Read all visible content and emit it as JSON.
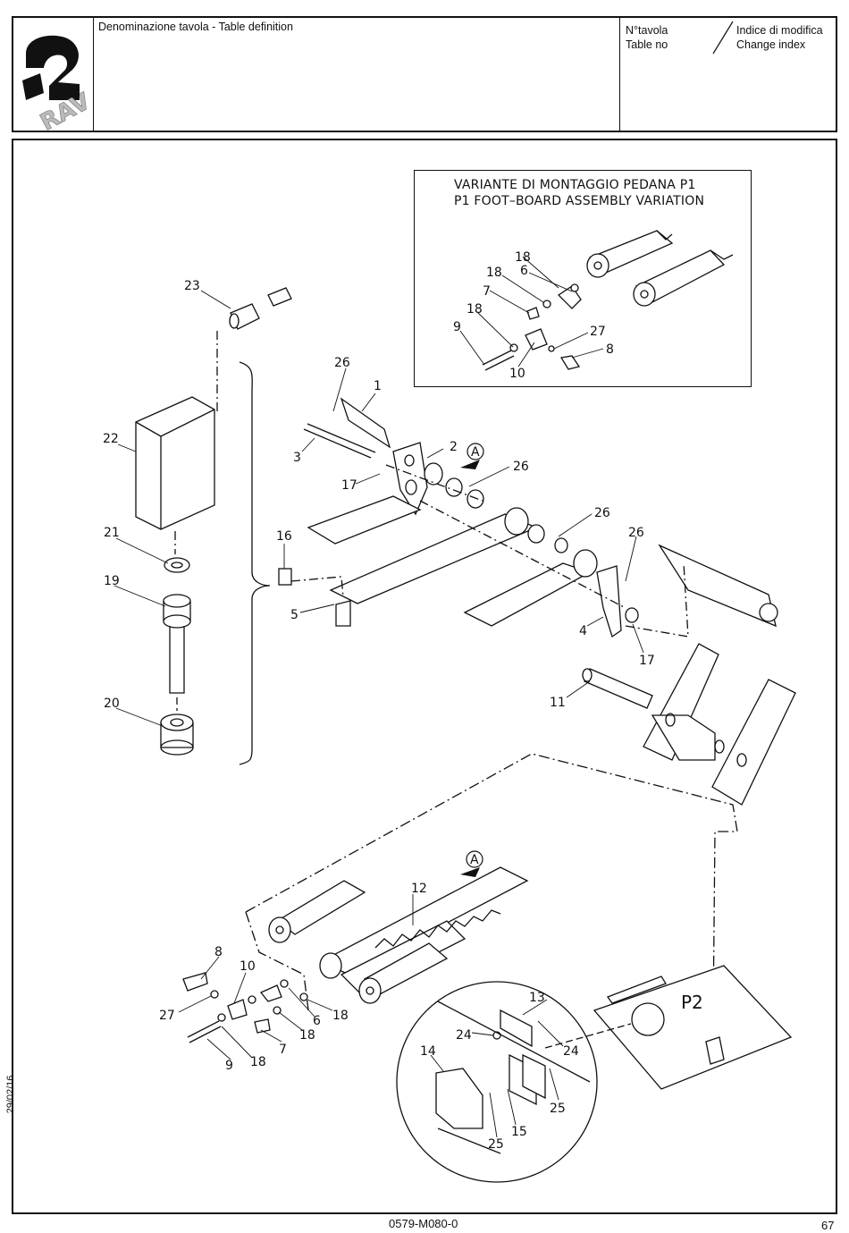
{
  "header": {
    "logo_text": "RAV",
    "table_definition_label": "Denominazione tavola - Table definition",
    "table_no_label_it": "N°tavola",
    "table_no_label_en": "Table no",
    "change_index_label_it": "Indice di modifica",
    "change_index_label_en": "Change index"
  },
  "inset": {
    "title_it": "VARIANTE DI MONTAGGIO PEDANA P1",
    "title_en": "P1 FOOT–BOARD ASSEMBLY VARIATION"
  },
  "detail_label": "P2",
  "callouts": [
    "1",
    "2",
    "3",
    "4",
    "5",
    "6",
    "7",
    "8",
    "9",
    "10",
    "11",
    "12",
    "13",
    "14",
    "15",
    "16",
    "17",
    "18",
    "19",
    "20",
    "21",
    "22",
    "23",
    "24",
    "25",
    "26",
    "27"
  ],
  "view_marker": "A",
  "footer": {
    "drawing_code": "0579-M080-0",
    "page_number": "67",
    "date": "29/02/16"
  }
}
